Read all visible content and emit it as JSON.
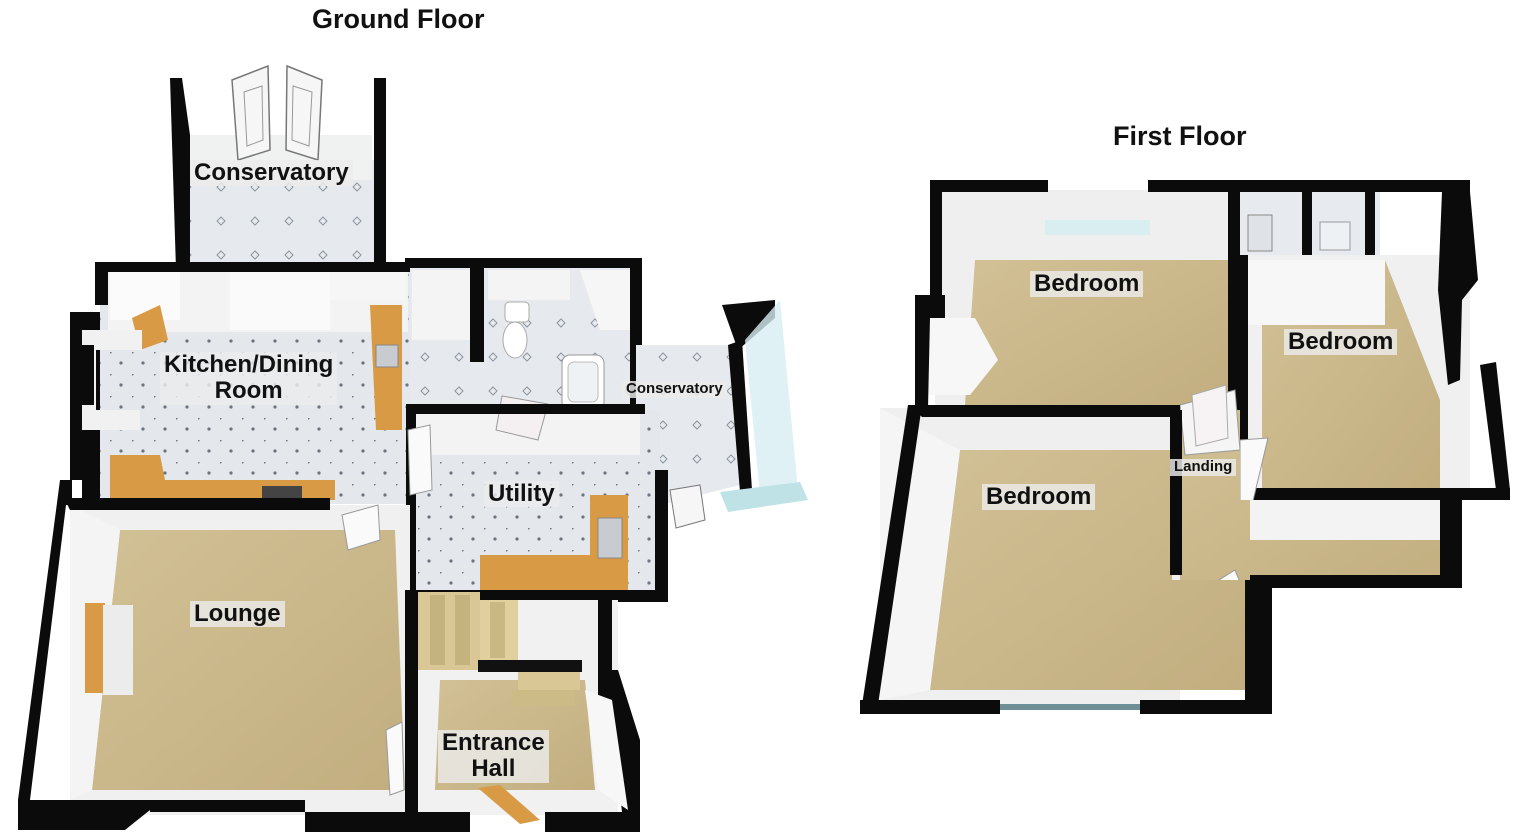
{
  "floors": {
    "ground": {
      "title": "Ground Floor",
      "rooms": {
        "conservatory_rear": "Conservatory",
        "kitchen_line1": "Kitchen/Dining",
        "kitchen_line2": "Room",
        "conservatory_side": "Conservatory",
        "utility": "Utility",
        "lounge": "Lounge",
        "entrance_line1": "Entrance",
        "entrance_line2": "Hall"
      }
    },
    "first": {
      "title": "First Floor",
      "rooms": {
        "bedroom_1": "Bedroom",
        "bedroom_2": "Bedroom",
        "bedroom_3": "Bedroom",
        "landing": "Landing"
      }
    }
  },
  "colors": {
    "wall": "#0b0b0b",
    "wall_face": "#f2f2f2",
    "carpet": "#cbb98e",
    "tile": "#e3e6ea",
    "worktop": "#d99a45",
    "glass": "#cfe8ec"
  }
}
